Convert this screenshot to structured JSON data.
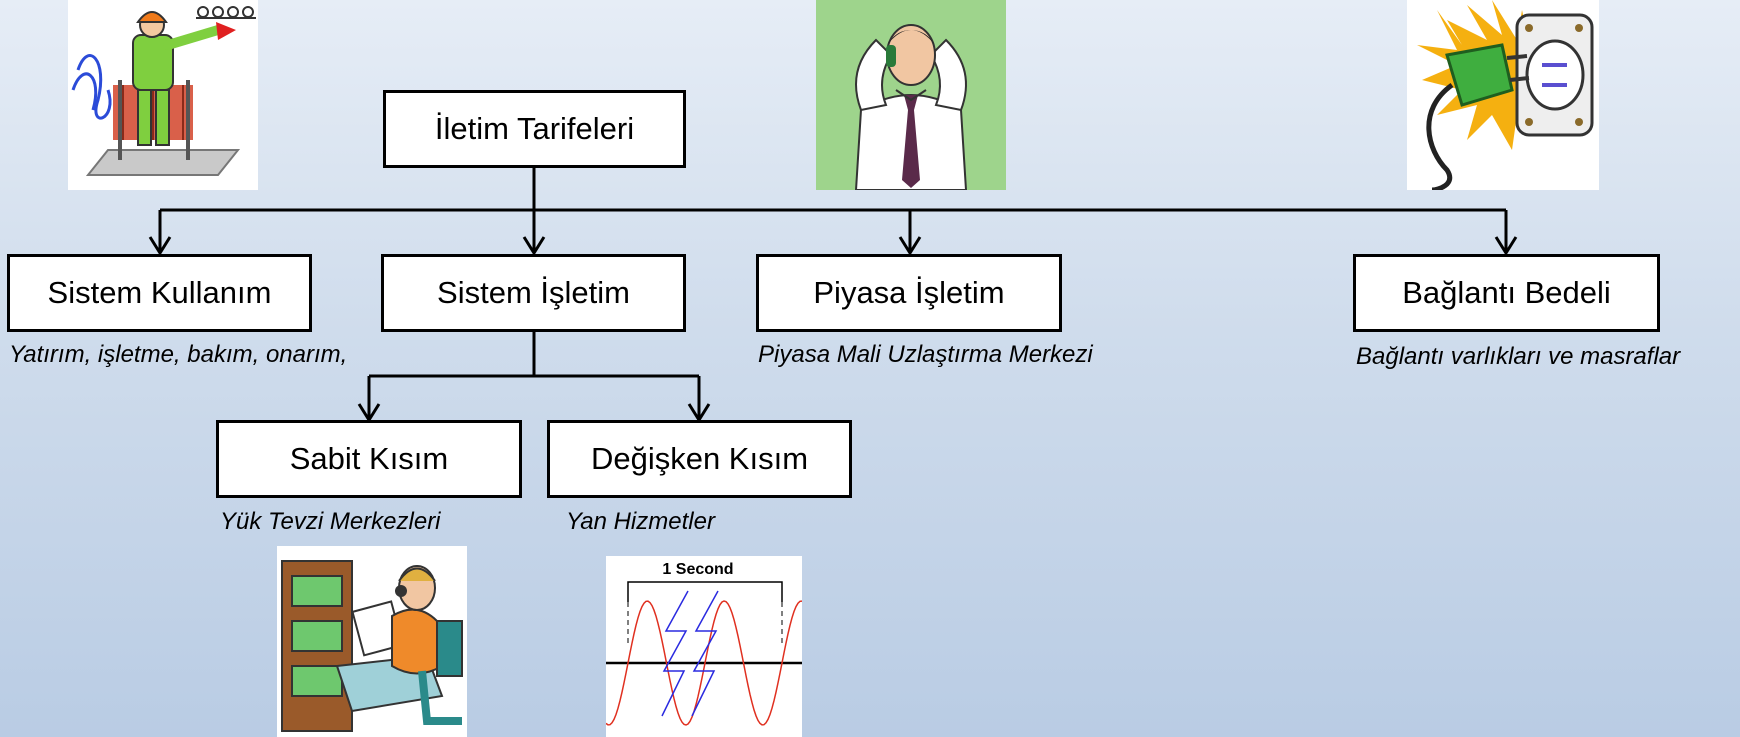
{
  "diagram": {
    "root": {
      "label": "İletim Tarifeleri"
    },
    "level1": [
      {
        "id": "sistem-kullanim",
        "label": "Sistem Kullanım",
        "note": "Yatırım, işletme, bakım, onarım,"
      },
      {
        "id": "sistem-isletim",
        "label": "Sistem İşletim",
        "note": ""
      },
      {
        "id": "piyasa-isletim",
        "label": "Piyasa İşletim",
        "note": "Piyasa Mali Uzlaştırma Merkezi"
      },
      {
        "id": "baglanti-bedeli",
        "label": "Bağlantı Bedeli",
        "note": "Bağlantı varlıkları ve masraflar"
      }
    ],
    "level2": [
      {
        "id": "sabit-kisim",
        "label": "Sabit Kısım",
        "note": "Yük Tevzi Merkezleri"
      },
      {
        "id": "degisken-kisim",
        "label": "Değişken Kısım",
        "note": "Yan Hizmetler"
      }
    ]
  },
  "illustrations": {
    "waveform_label": "1 Second",
    "icons": [
      "lineman-worker-icon",
      "stressed-businessman-icon",
      "electric-plug-socket-icon",
      "control-room-operator-icon",
      "frequency-waveform-icon"
    ]
  }
}
